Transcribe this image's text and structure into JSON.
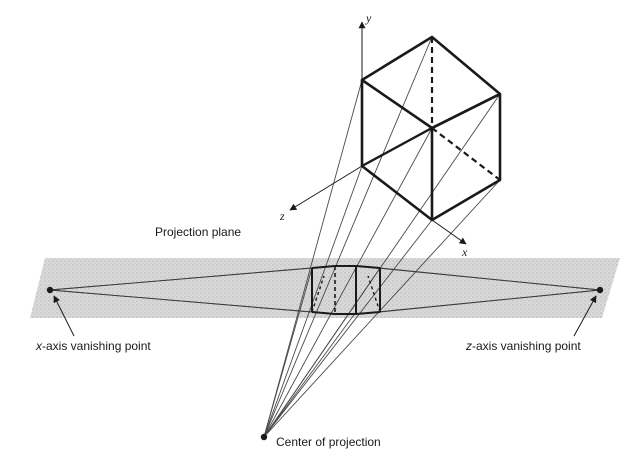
{
  "labels": {
    "y_axis": "y",
    "x_axis": "x",
    "z_axis": "z",
    "projection_plane": "Projection plane",
    "x_vp_prefix": "x",
    "x_vp_suffix": "-axis vanishing point",
    "z_vp_prefix": "z",
    "z_vp_suffix": "-axis vanishing point",
    "center_of_projection": "Center of projection"
  },
  "colors": {
    "ink": "#1a1a1a",
    "plane_fill": "#d6d6d6",
    "ray": "#555555"
  }
}
